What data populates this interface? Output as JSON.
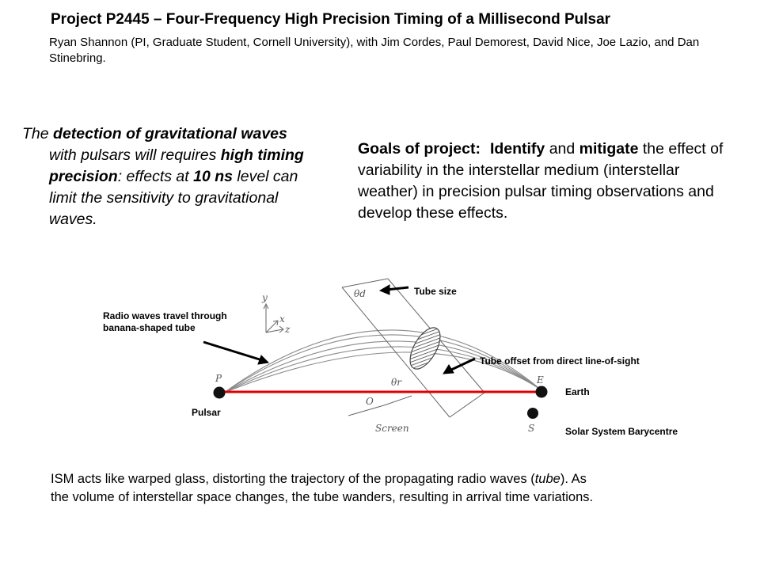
{
  "header": {
    "title": "Project P2445 – Four-Frequency High Precision Timing of a Millisecond Pulsar",
    "authors": "Ryan Shannon (PI, Graduate Student, Cornell University),  with Jim Cordes, Paul Demorest, David Nice, Joe Lazio, and Dan Stinebring."
  },
  "intro": {
    "p1": "The ",
    "p2": "detection of gravitational waves",
    "p3": " with pulsars will requires ",
    "p4": "high timing precision",
    "p5": ": effects at ",
    "p6": "10 ns",
    "p7": " level can limit the sensitivity to gravitational waves."
  },
  "goals": {
    "label": "Goals of project:",
    "w1": "Identify",
    "w2": " and ",
    "w3": "mitigate",
    "rest": " the effect of variability in the interstellar medium (interstellar weather) in precision pulsar timing observations and develop these effects."
  },
  "diagram": {
    "tube_size": "Tube size",
    "radio_waves": "Radio waves travel through banana-shaped tube",
    "tube_offset": "Tube offset from direct line-of-sight",
    "earth": "Earth",
    "pulsar": "Pulsar",
    "ssb": "Solar System Barycentre",
    "axis_y": "y",
    "axis_x": "x",
    "axis_z": "z",
    "point_p": "P",
    "point_e": "E",
    "point_s": "S",
    "point_o": "O",
    "screen": "Screen",
    "theta_d": "θd",
    "theta_r": "θr"
  },
  "ism": {
    "t1": "ISM acts like warped glass, distorting the trajectory of the propagating radio waves (",
    "t2": "tube",
    "t3": ").  As the volume of interstellar space changes, the tube wanders, resulting in arrival time variations."
  },
  "colors": {
    "line_of_sight": "#e00000",
    "arrow": "#000000",
    "diagram_ink": "#555555"
  }
}
